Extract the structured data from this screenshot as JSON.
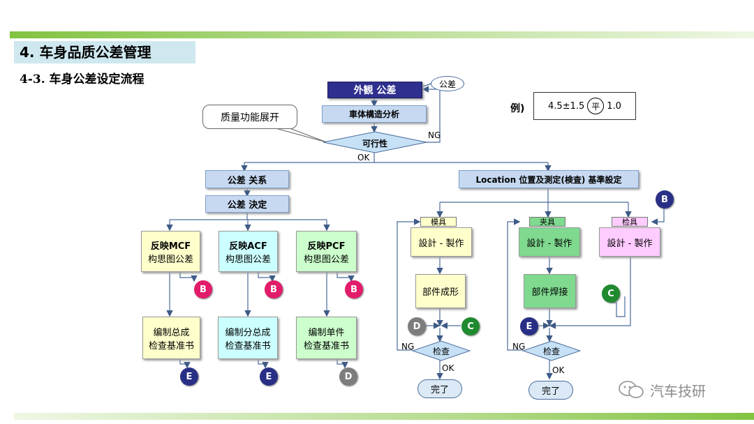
{
  "header": {
    "section_title": "4. 车身品质公差管理",
    "subtitle": "4-3. 车身公差设定流程"
  },
  "flow": {
    "appearance_tolerance": "外観 公差",
    "tolerance_bubble": "公差",
    "structure_analysis": "車体構造分析",
    "quality_function": "质量功能展开",
    "feasibility": "可行性",
    "ng": "NG",
    "ok": "OK",
    "tolerance_relation": "公差 关系",
    "tolerance_decision": "公差 決定",
    "location_datum": "Location 位置及測定(検査) 基準設定"
  },
  "example": {
    "prefix": "例)",
    "value": "4.5±1.5",
    "circled": "平",
    "suffix": "1.0"
  },
  "left_columns": [
    {
      "line1": "反映MCF",
      "line2": "构思图公差",
      "doc1": "编制总成",
      "doc2": "检查基准书",
      "mid_circle": "B",
      "end_circle": "E"
    },
    {
      "line1": "反映ACF",
      "line2": "构思图公差",
      "doc1": "编制分总成",
      "doc2": "检查基准书",
      "mid_circle": "B",
      "end_circle": "E"
    },
    {
      "line1": "反映PCF",
      "line2": "构思图公差",
      "doc1": "编制单件",
      "doc2": "检查基准书",
      "mid_circle": "B",
      "end_circle": "D"
    }
  ],
  "right_columns": [
    {
      "tag": "模具",
      "design": "設計 - 製作",
      "process": "部件成形",
      "in_left": "D",
      "in_right": "C",
      "check": "检查",
      "done": "完了",
      "ng": "NG",
      "ok": "OK"
    },
    {
      "tag": "夹具",
      "design": "設計 - 製作",
      "process": "部件焊接",
      "in_left": "E",
      "check": "检查",
      "done": "完了",
      "ng": "NG",
      "ok": "OK"
    },
    {
      "tag": "检具",
      "design": "設計 - 製作",
      "top_circle": "B",
      "side_circle": "C"
    }
  ],
  "watermark": "汽车技研",
  "colors": {
    "navy_fill": "#2f2f8f",
    "light_blue": "#c6d9f1",
    "yellow": "#ffffcc",
    "cyan": "#ccffff",
    "light_green": "#ccffcc",
    "green_box": "#7fd98f",
    "pink": "#ffccff",
    "diamond": "#c6e0f5"
  }
}
